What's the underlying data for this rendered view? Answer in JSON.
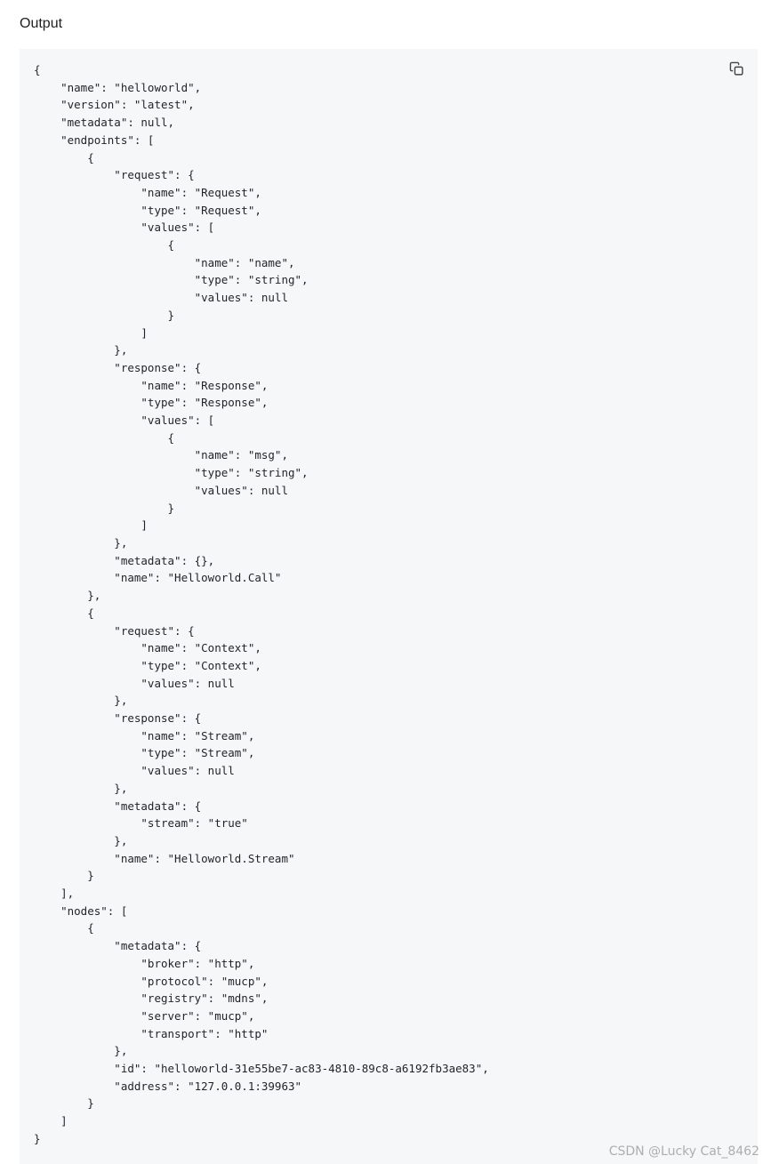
{
  "heading": "Output",
  "code_block": {
    "copy_icon": "copy-icon",
    "content": "{\n    \"name\": \"helloworld\",\n    \"version\": \"latest\",\n    \"metadata\": null,\n    \"endpoints\": [\n        {\n            \"request\": {\n                \"name\": \"Request\",\n                \"type\": \"Request\",\n                \"values\": [\n                    {\n                        \"name\": \"name\",\n                        \"type\": \"string\",\n                        \"values\": null\n                    }\n                ]\n            },\n            \"response\": {\n                \"name\": \"Response\",\n                \"type\": \"Response\",\n                \"values\": [\n                    {\n                        \"name\": \"msg\",\n                        \"type\": \"string\",\n                        \"values\": null\n                    }\n                ]\n            },\n            \"metadata\": {},\n            \"name\": \"Helloworld.Call\"\n        },\n        {\n            \"request\": {\n                \"name\": \"Context\",\n                \"type\": \"Context\",\n                \"values\": null\n            },\n            \"response\": {\n                \"name\": \"Stream\",\n                \"type\": \"Stream\",\n                \"values\": null\n            },\n            \"metadata\": {\n                \"stream\": \"true\"\n            },\n            \"name\": \"Helloworld.Stream\"\n        }\n    ],\n    \"nodes\": [\n        {\n            \"metadata\": {\n                \"broker\": \"http\",\n                \"protocol\": \"mucp\",\n                \"registry\": \"mdns\",\n                \"server\": \"mucp\",\n                \"transport\": \"http\"\n            },\n            \"id\": \"helloworld-31e55be7-ac83-4810-89c8-a6192fb3ae83\",\n            \"address\": \"127.0.0.1:39963\"\n        }\n    ]\n}"
  },
  "watermark": "CSDN @Lucky Cat_8462",
  "colors": {
    "code_background": "#f6f7f8",
    "code_text": "#1f2328",
    "heading_text": "#1f1f1f"
  }
}
